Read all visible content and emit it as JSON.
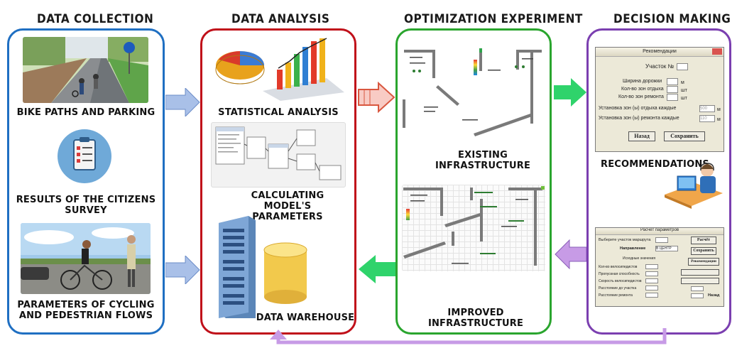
{
  "stages": [
    {
      "title": "Data collection"
    },
    {
      "title": "Data analysis"
    },
    {
      "title": "Optimization experiment"
    },
    {
      "title": "Decision making"
    }
  ],
  "captions": {
    "bike_paths": "Bike paths and parking",
    "survey_line1": "Results of the citizens",
    "survey_line2": "survey",
    "flows_line1": "Parameters of cycling",
    "flows_line2": "and pedestrian flows",
    "statistical": "Statistical analysis",
    "calc_line1": "Calculating model's",
    "calc_line2": "parameters",
    "warehouse": "Data warehouse",
    "existing": "Existing infrastructure",
    "improved": "Improved infrastructure",
    "recommendations": "Recommendations"
  },
  "rec_window": {
    "title": "Рекомендации",
    "plot_label": "Участок №",
    "width_label": "Ширина дорожки",
    "width_unit": "м",
    "rest_label": "Кол-во зон отдыха",
    "rest_unit": "шт",
    "repair_label": "Кол-во зон ремонта",
    "repair_unit": "шт",
    "rest_every_label": "Установка зон (ы) отдыха каждые",
    "rest_every_value": "500",
    "rest_every_unit": "м",
    "repair_every_label": "Установка зон (ы) ремонта каждые",
    "repair_every_value": "110",
    "repair_every_unit": "м",
    "back_button": "Назад",
    "save_button": "Сохранить"
  },
  "param_window": {
    "title": "Расчёт параметров",
    "select_label": "Выберите участок маршрута",
    "direction_label": "Направление",
    "direction_value": "В ЦЕНТР",
    "calc_button": "Расчёт",
    "save_button": "Сохранить",
    "rec_button": "Рекомендации",
    "rows": [
      "Исходные значения",
      "Кол-во велосипедистов",
      "Пропускная способность",
      "Скорость велосипедистов",
      "Расстояние до участка",
      "Расстояние ремонта"
    ],
    "back_button": "Назад"
  },
  "colors": {
    "collection": "#1f6fc2",
    "analysis": "#c0101a",
    "experiment": "#2aa52e",
    "decision": "#7b3fb0",
    "arrow_blue": "#a9c0e8",
    "arrow_red": "#f4b8b0",
    "arrow_green": "#2fd36b",
    "arrow_purple": "#c79be6"
  }
}
